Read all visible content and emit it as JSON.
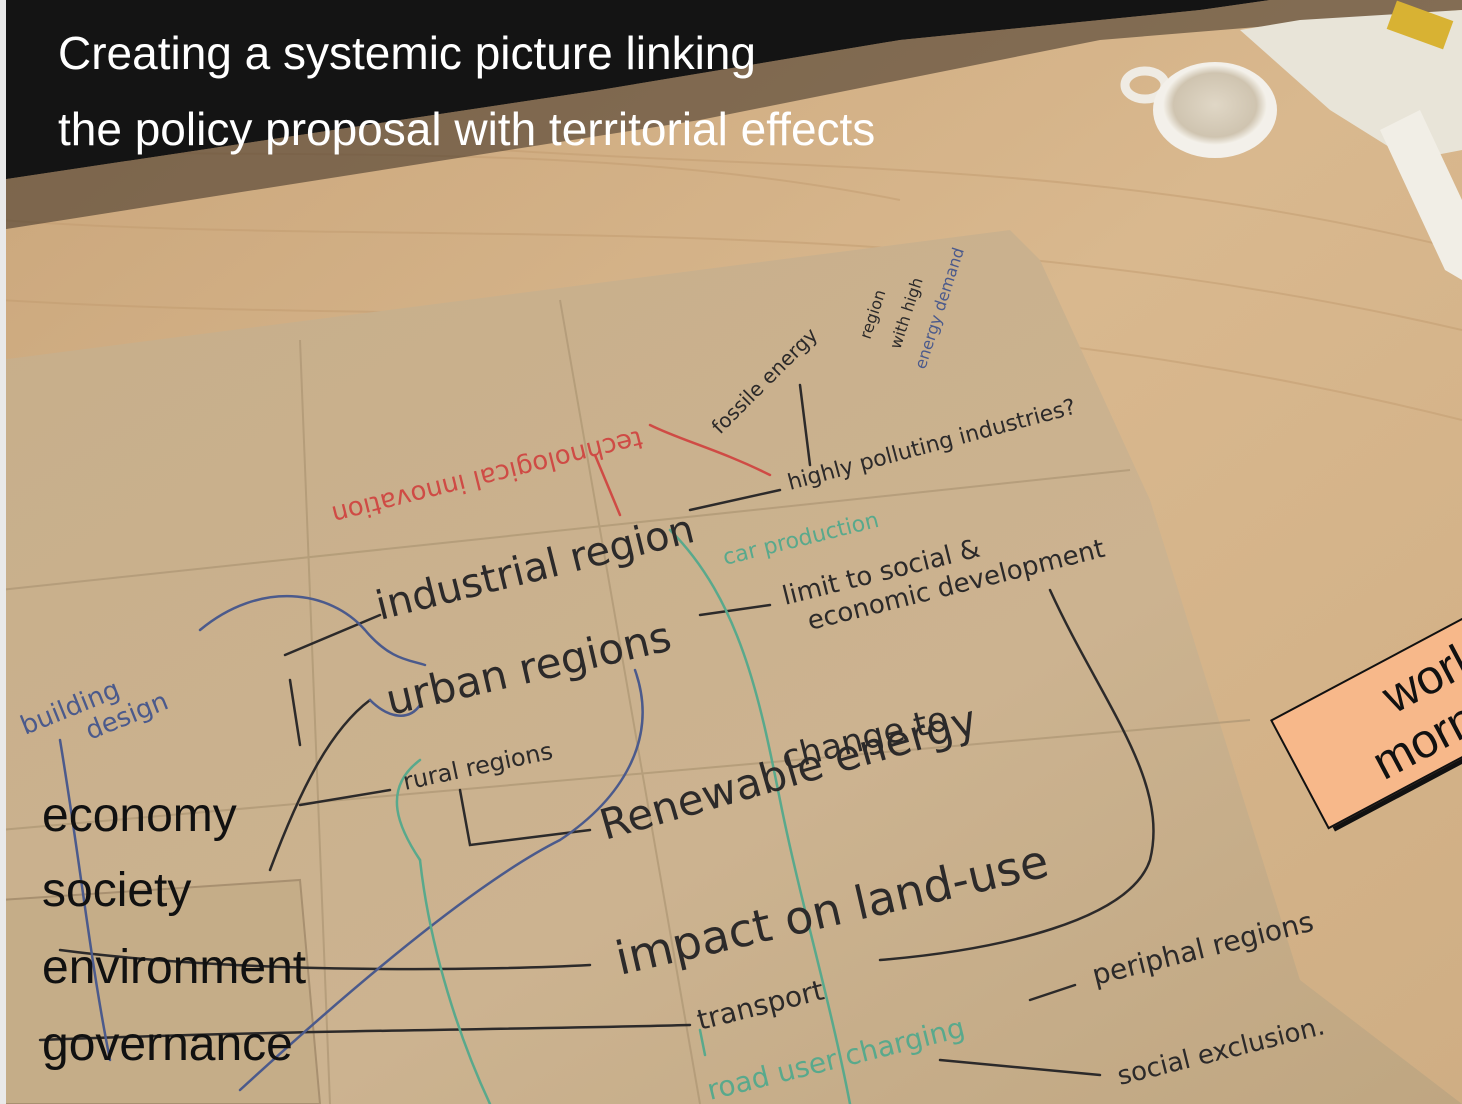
{
  "slide": {
    "title_line1": "Creating a systemic picture linking",
    "title_line2": "the policy proposal with territorial effects"
  },
  "keywords": [
    "economy",
    "society",
    "environment",
    "governance"
  ],
  "sticky_note": {
    "line1": "work",
    "line2": "morni"
  },
  "handwriting": {
    "industrial_region": "industrial region",
    "urban_regions": "urban regions",
    "rural_regions": "rural regions",
    "renewable_energy": "Renewable energy",
    "change_to": "change to",
    "impact_land_use": "impact on land-use",
    "transport": "transport",
    "road_user_charging": "road user charging",
    "peripheral_regions": "periphal regions",
    "social_exclusion": "social exclusion.",
    "limit_development_1": "limit to social &",
    "limit_development_2": "economic development",
    "car_production": "car production",
    "highly_polluting": "highly polluting industries?",
    "technological_innovation": "technological innovation",
    "fossile_energy": "fossile energy",
    "region_high_demand_1": "region",
    "region_high_demand_2": "with high",
    "region_high_demand_3": "energy demand",
    "building_design_1": "building",
    "building_design_2": "design"
  },
  "colors": {
    "table": "#d8b58a",
    "paper": "#c9b08c",
    "ink_black": "#2c2a2a",
    "ink_blue": "#4b5a8c",
    "ink_green": "#59a98c",
    "ink_red": "#cf4b45",
    "note": "#f7b88a"
  }
}
